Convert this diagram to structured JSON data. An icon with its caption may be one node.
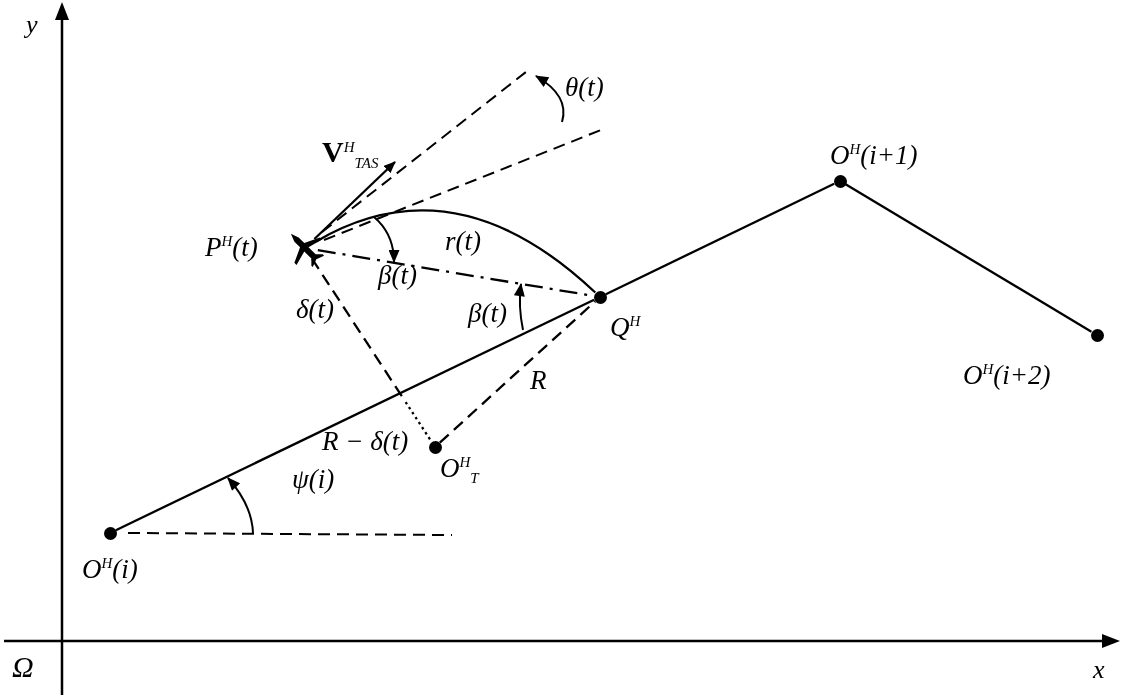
{
  "diagram": {
    "nodes": [
      {
        "text": [],
        "shape": "circle",
        "beside": [
          "O$^{H}$(i)"
        ]
      },
      {
        "text": [],
        "shape": "circle",
        "beside": [
          "O$^{H}$(i+1)"
        ]
      },
      {
        "text": [],
        "shape": "circle",
        "beside": [
          "O$^{H}$(i+2)"
        ]
      },
      {
        "text": [],
        "shape": "circle",
        "beside": [
          "Q$^{H}$"
        ]
      },
      {
        "text": [],
        "shape": "circle",
        "beside": [
          "O$^{H}$$_{T}$"
        ]
      },
      {
        "text": [],
        "shape": "picture",
        "beside": [
          "P$^{H}$(t)"
        ]
      }
    ],
    "edges": [
      {
        "from": 0,
        "to": 3,
        "arrow": "none"
      },
      {
        "from": 3,
        "to": 1,
        "arrow": "none"
      },
      {
        "from": 1,
        "to": 2,
        "arrow": "none"
      },
      {
        "from": 5,
        "to": 3,
        "arrow": "none",
        "label": "r(t)"
      },
      {
        "from": 5,
        "to": 3,
        "arrow": "none",
        "style": "dashed"
      },
      {
        "from": 5,
        "to": 4,
        "arrow": "none",
        "style": "dashed",
        "label": "δ(t)"
      },
      {
        "from": 4,
        "to": 3,
        "arrow": "none",
        "style": "dashed",
        "label": "R"
      },
      {
        "from": 5,
        "to": null,
        "arrow": "to",
        "label": "**V**$^{H}$$_{TAS}$"
      }
    ],
    "labels": [
      "y",
      "θ(t)",
      "β(t)",
      "β(t)",
      "R − δ(t)",
      "ψ(i)",
      "x",
      "Ω"
    ]
  }
}
